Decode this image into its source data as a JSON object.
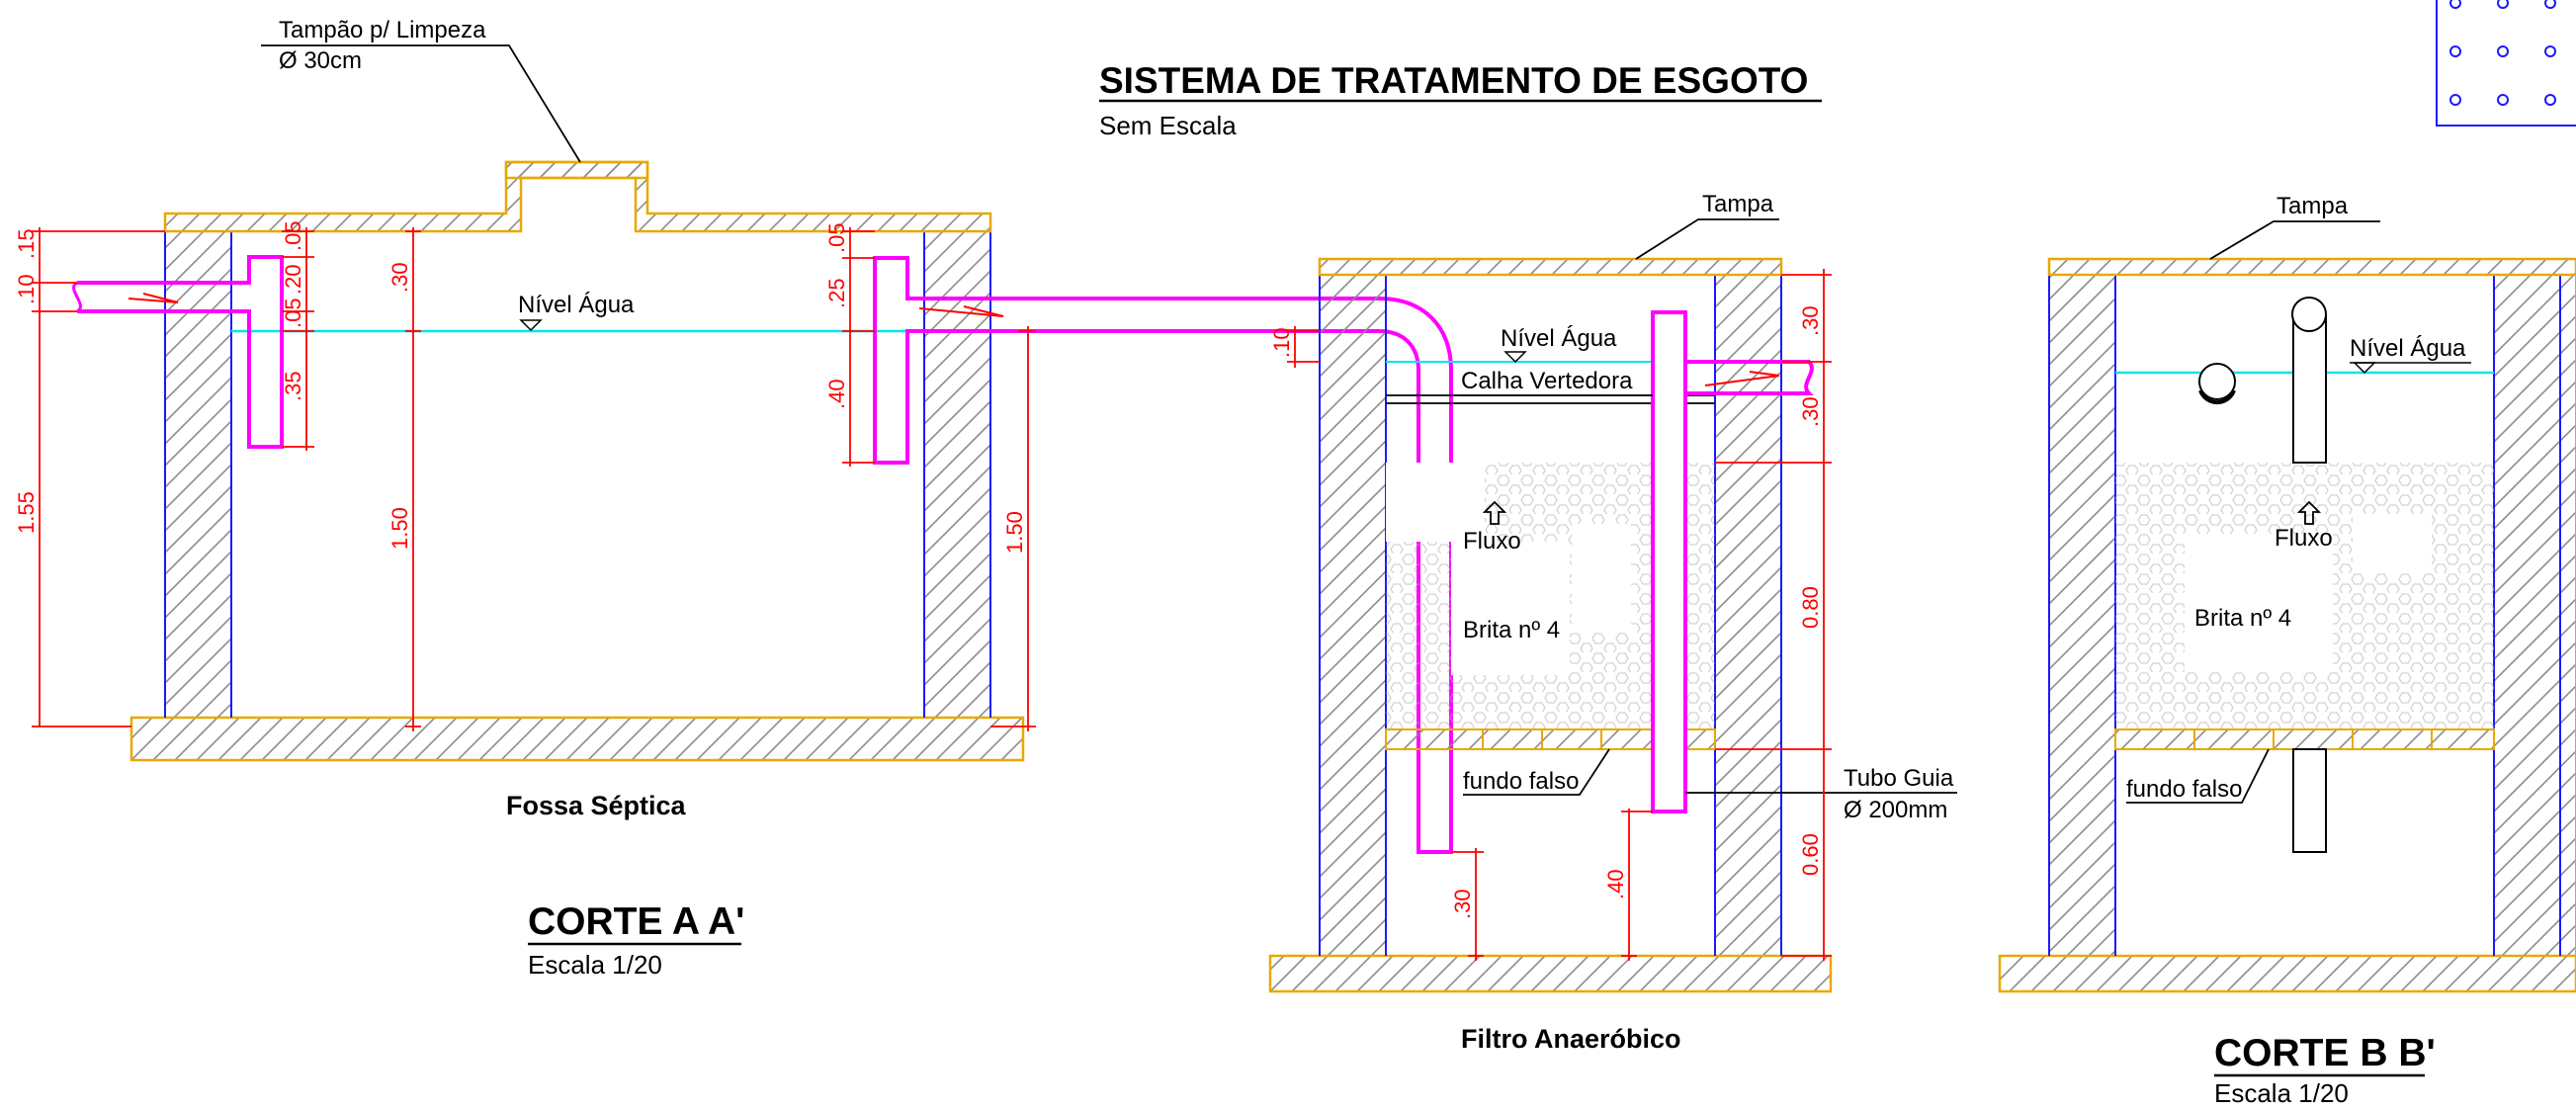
{
  "header": {
    "title": "SISTEMA DE TRATAMENTO DE ESGOTO",
    "scale_note": "Sem Escala"
  },
  "fossa": {
    "cap_label_1": "Tampão p/ Limpeza",
    "cap_label_2": "Ø 30cm",
    "water_level": "Nível Água",
    "name": "Fossa Séptica",
    "dims": {
      "d015": ".15",
      "d10a": ".10",
      "d155": "1.55",
      "d05a": ".05",
      "d20": ".20",
      "d05b": ".05",
      "d35": ".35",
      "d30": ".30",
      "d150a": "1.50",
      "d05c": ".05",
      "d25": ".25",
      "d40": ".40",
      "d150b": "1.50"
    }
  },
  "section_a": {
    "title": "CORTE A A'",
    "scale": "Escala 1/20"
  },
  "filtro": {
    "lid": "Tampa",
    "water_level": "Nível Água",
    "weir": "Calha Vertedora",
    "flow": "Fluxo",
    "media": "Brita nº 4",
    "false_bottom": "fundo falso",
    "guide_1": "Tubo Guia",
    "guide_2": "Ø 200mm",
    "name": "Filtro Anaeróbico",
    "dims": {
      "d10": ".10",
      "d30a": ".30",
      "d30b": ".30",
      "d080": "0.80",
      "d060": "0.60",
      "d30c": ".30",
      "d40": ".40"
    }
  },
  "section_b": {
    "lid": "Tampa",
    "water_level": "Nível Água",
    "flow": "Fluxo",
    "media": "Brita nº 4",
    "false_bottom": "fundo falso",
    "title": "CORTE B B'",
    "scale": "Escala 1/20"
  },
  "colors": {
    "wall": "#e8a800",
    "hatch": "#8c8c8c",
    "wall_edge": "#1a1aff",
    "pipe": "#ff00ff",
    "dimension": "#ff0000",
    "water": "#00e5ee"
  }
}
